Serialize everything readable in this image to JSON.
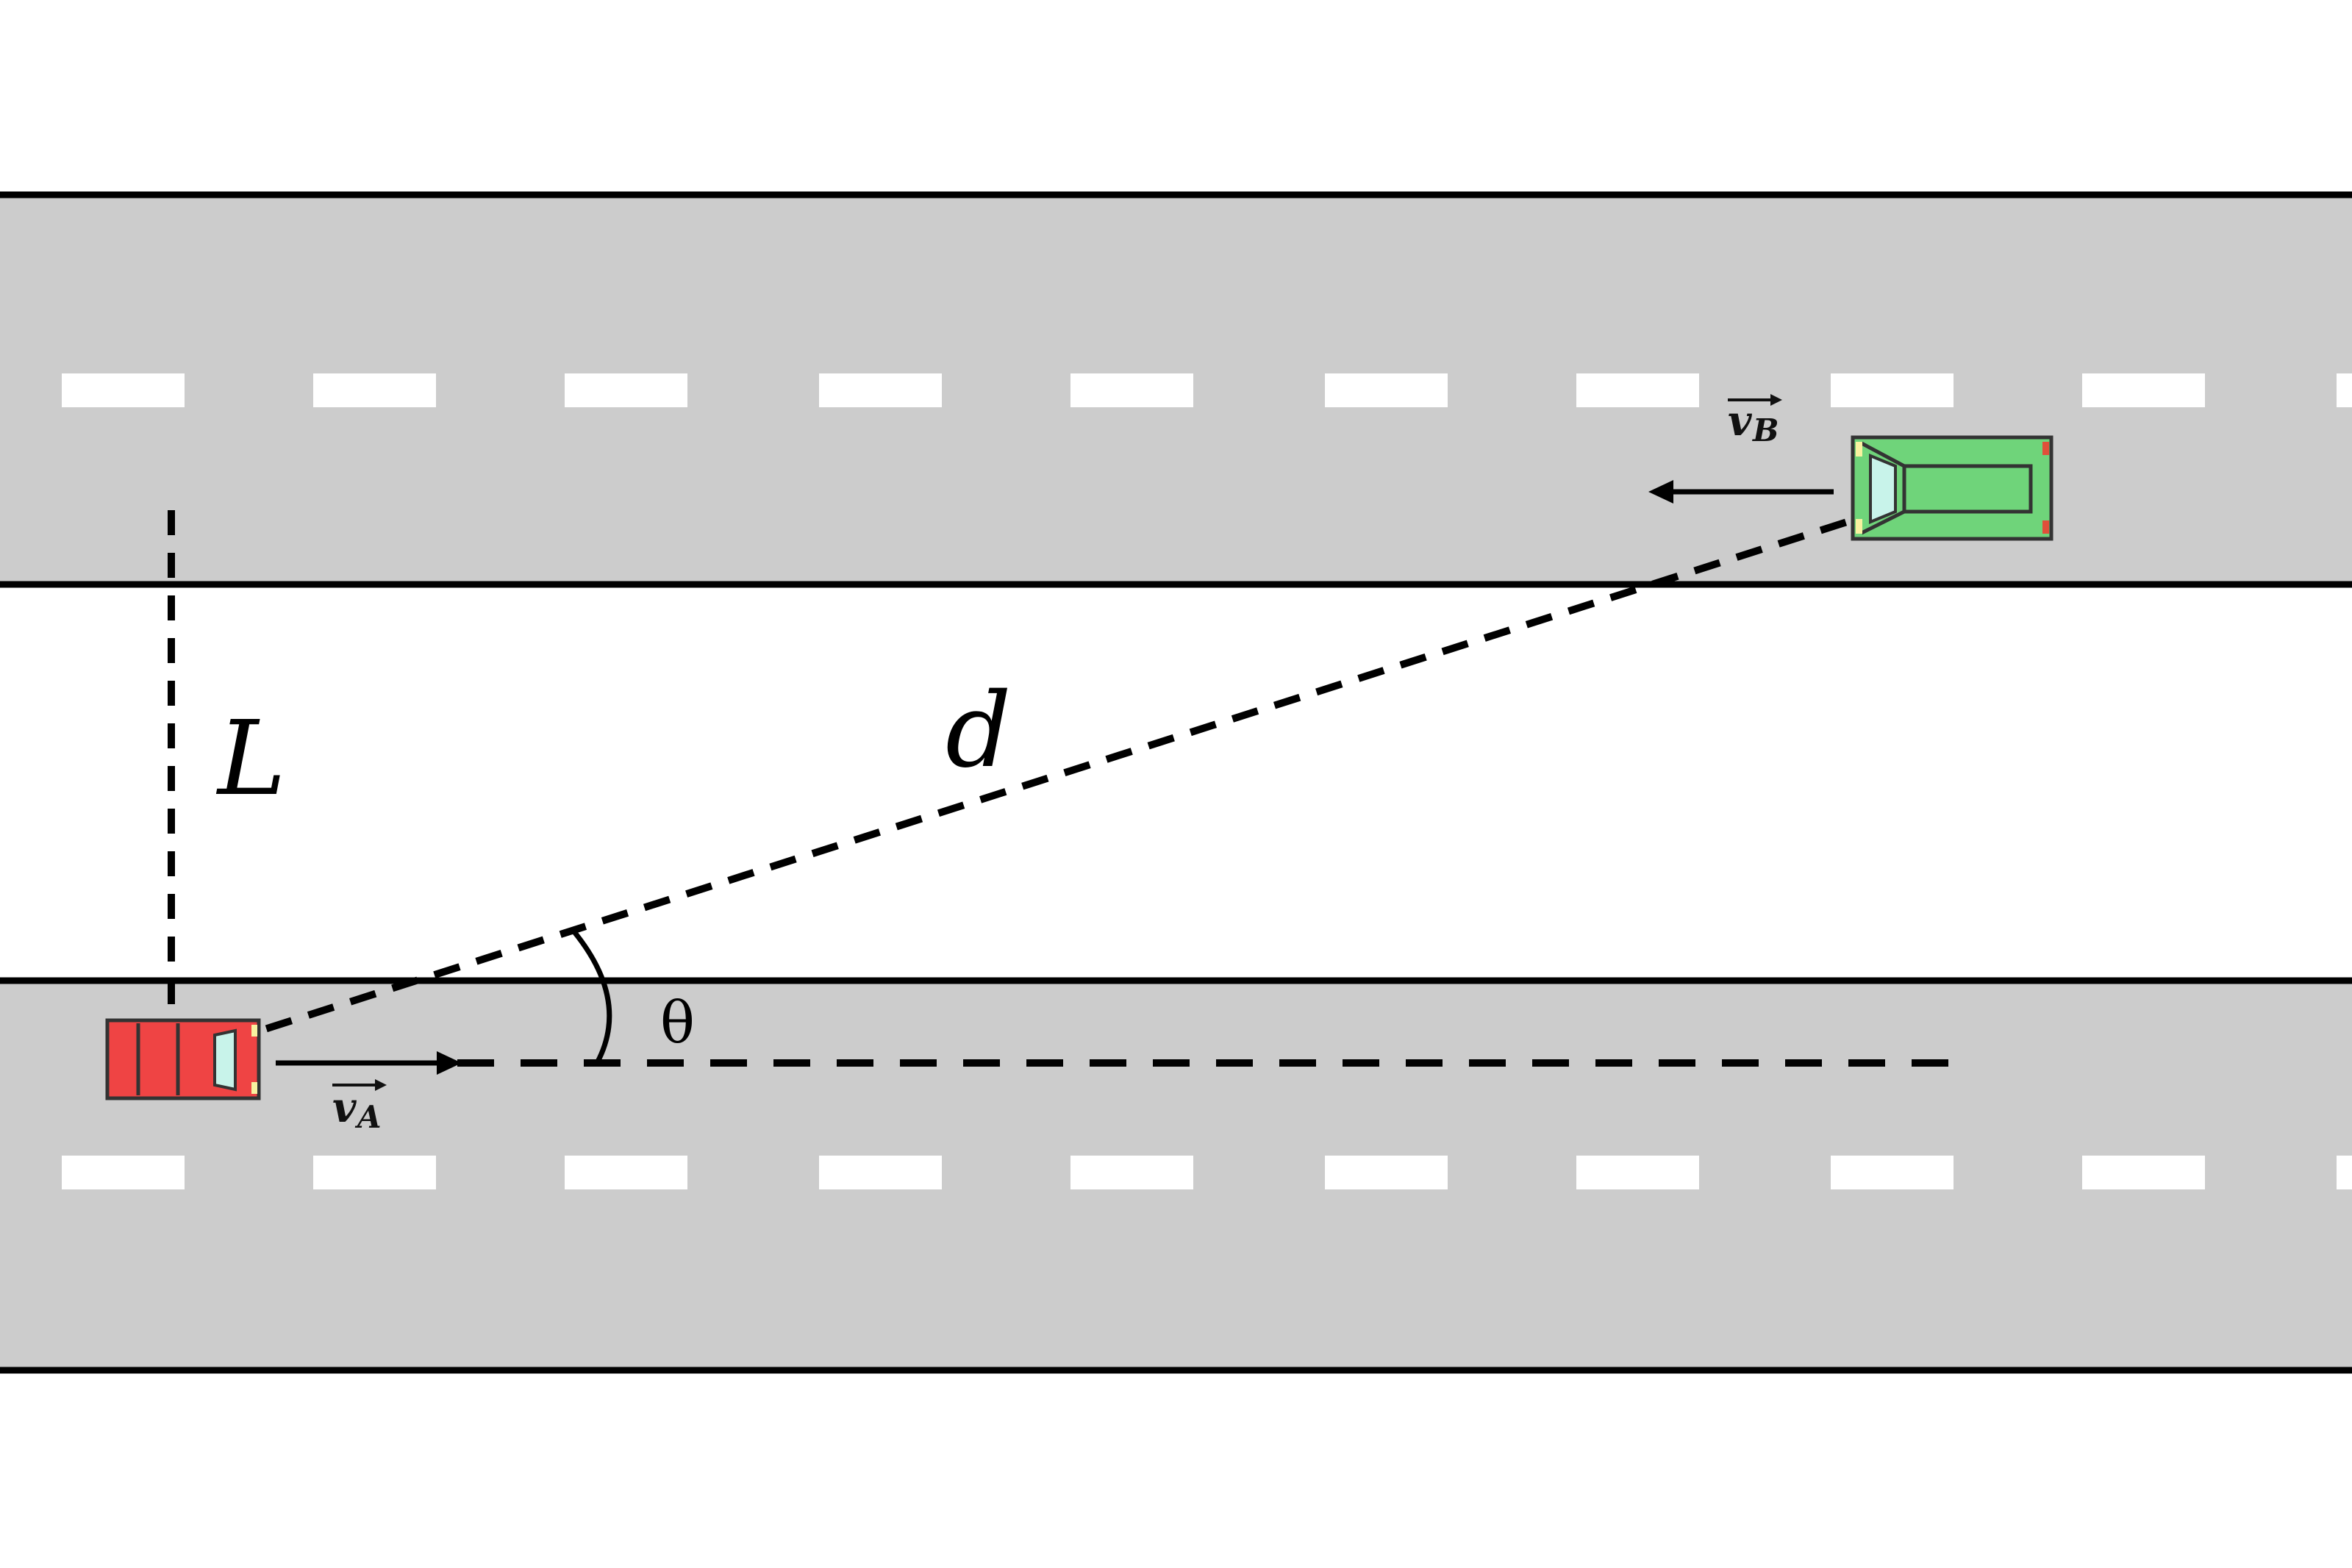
{
  "labels": {
    "L": "L",
    "d": "d",
    "theta": "θ",
    "vA_main": "v",
    "vA_sub": "A",
    "vB_main": "v",
    "vB_sub": "B"
  },
  "colors": {
    "road": "#cccccc",
    "road_edge": "#000000",
    "lane_marking": "#ffffff",
    "car_A_body": "#ef4444",
    "car_A_window": "#c8f3ea",
    "car_B_body": "#6fd47a",
    "car_B_window": "#c8f3ea",
    "guide_line": "#000000"
  },
  "icons": {
    "car_A": "red-car-icon",
    "car_B": "green-car-icon"
  }
}
